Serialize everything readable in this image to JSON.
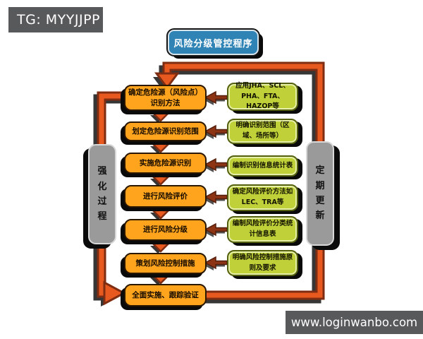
{
  "watermarks": {
    "tg_badge": "TG: MYYJJPP",
    "site_url": "www.loginwanbo.com"
  },
  "diagram": {
    "title": "风险分级管控程序",
    "side_left": "强化过程",
    "side_right": "定期更新",
    "steps": [
      "确定危险源（风险点）识别方法",
      "划定危险源识别范围",
      "实施危险源识别",
      "进行风险评价",
      "进行风险分级",
      "策划风险控制措施",
      "全面实施、跟踪验证"
    ],
    "notes": [
      "应用JHA、SCL、PHA、FTA、HAZOP等",
      "明确识别范围（区域、场所等）",
      "编制识别信息统计表",
      "确定风险评价方法如LEC、TRA等",
      "编制风险评价分类统计信息表",
      "明确风险控制措施原则及要求"
    ],
    "colors": {
      "step_fill": "#FFA41C",
      "note_fill": "#BFD039",
      "title_fill": "#2F83B5",
      "side_fill": "#9A9A9A",
      "connector_orange": "#E8591F",
      "connector_dark": "#7E2D12",
      "badge_bg": "#58595B"
    }
  }
}
